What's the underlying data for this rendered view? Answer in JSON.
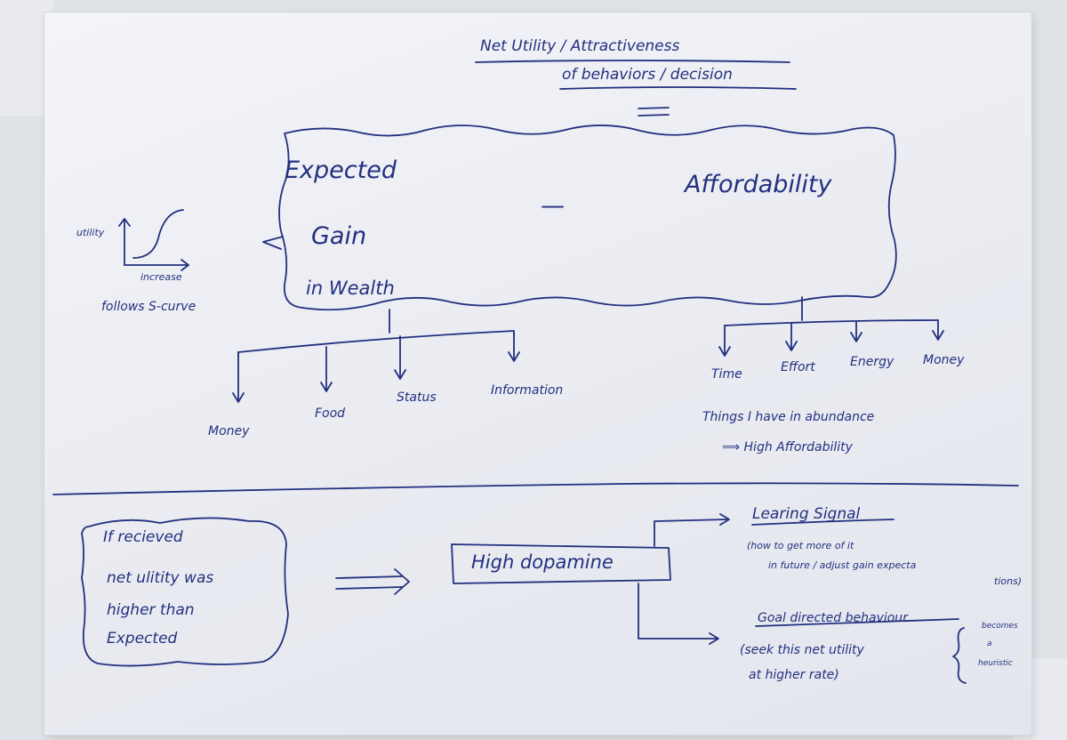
{
  "title": {
    "line1": "Net Utility / Attractiveness",
    "line2": "of behaviors / decision"
  },
  "equals": "=",
  "box": {
    "expected_1": "Expected",
    "expected_2": "Gain",
    "expected_3": "in Wealth",
    "minus": "—",
    "affordability": "Affordability"
  },
  "s_curve": {
    "y_label": "utility",
    "x_label": "increase",
    "caption": "follows S-curve",
    "arrow": "<"
  },
  "gain_items": [
    "Money",
    "Food",
    "Status",
    "Information"
  ],
  "afford_items": [
    "Time",
    "Effort",
    "Energy",
    "Money"
  ],
  "afford_note": {
    "line1": "Things I have in abundance",
    "line2": "⟹ High Affordability"
  },
  "bottom": {
    "cloud": [
      "If recieved",
      "net ulitity was",
      "higher than",
      "Expected"
    ],
    "implies": "⟹",
    "dopamine": "High dopamine",
    "learning": {
      "title": "Learing Signal",
      "line1": "(how to get more of it",
      "line2": "in future / adjust gain expecta",
      "line3": "tions)"
    },
    "goal": {
      "title": "Goal directed behaviour",
      "line1": "(seek this net utility",
      "line2": "at higher rate)",
      "side": [
        "becomes",
        "a",
        "heuristic"
      ]
    }
  }
}
